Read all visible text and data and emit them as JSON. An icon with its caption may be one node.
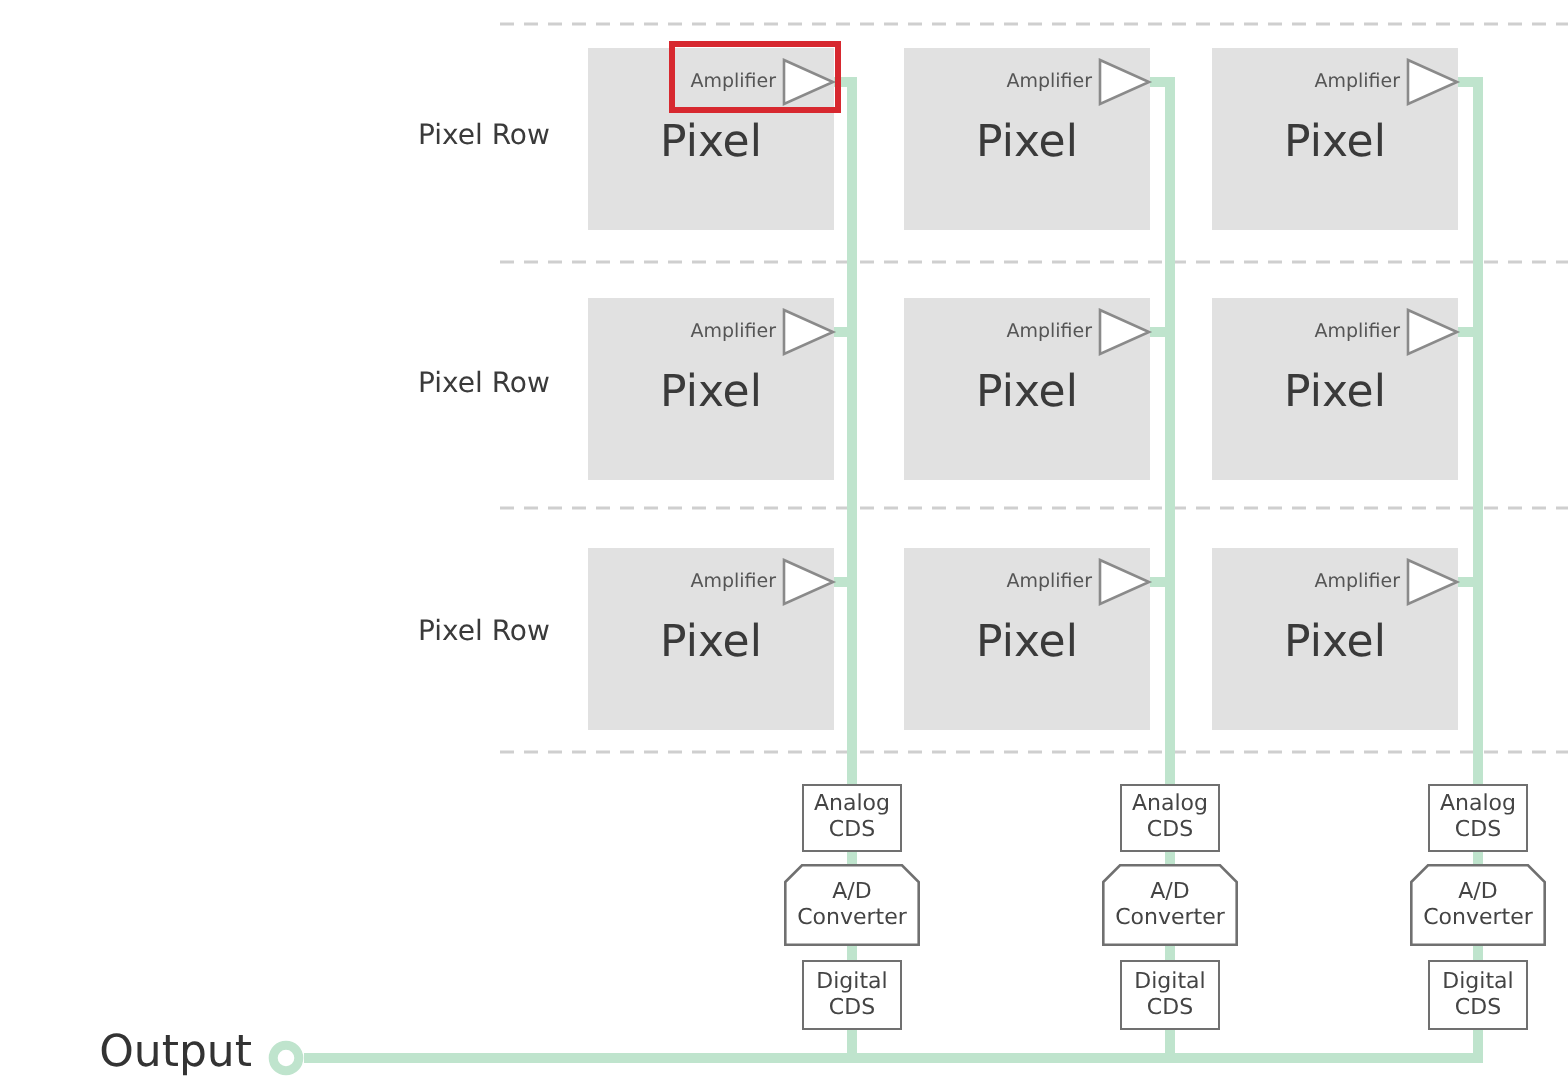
{
  "diagram": {
    "nodes": [
      {
        "text": [
          "Pixel"
        ]
      },
      {
        "text": [],
        "shape": "triangle",
        "beside": [
          "Amplifier"
        ],
        "in": 0
      },
      {
        "text": [
          "Pixel"
        ]
      },
      {
        "text": [],
        "shape": "triangle",
        "beside": [
          "Amplifier"
        ],
        "in": 2
      },
      {
        "text": [
          "Pixel"
        ]
      },
      {
        "text": [],
        "shape": "triangle",
        "beside": [
          "Amplifier"
        ],
        "in": 4
      },
      {
        "text": [
          "Pixel"
        ]
      },
      {
        "text": [],
        "shape": "triangle",
        "beside": [
          "Amplifier"
        ],
        "in": 6
      },
      {
        "text": [
          "Pixel"
        ]
      },
      {
        "text": [],
        "shape": "triangle",
        "beside": [
          "Amplifier"
        ],
        "in": 8
      },
      {
        "text": [
          "Pixel"
        ]
      },
      {
        "text": [],
        "shape": "triangle",
        "beside": [
          "Amplifier"
        ],
        "in": 10
      },
      {
        "text": [
          "Pixel"
        ]
      },
      {
        "text": [],
        "shape": "triangle",
        "beside": [
          "Amplifier"
        ],
        "in": 12
      },
      {
        "text": [
          "Pixel"
        ]
      },
      {
        "text": [],
        "shape": "triangle",
        "beside": [
          "Amplifier"
        ],
        "in": 14
      },
      {
        "text": [
          "Pixel"
        ]
      },
      {
        "text": [],
        "shape": "triangle",
        "beside": [
          "Amplifier"
        ],
        "in": 16
      },
      {
        "text": [
          "Analog CDS"
        ]
      },
      {
        "text": [
          "Analog CDS"
        ]
      },
      {
        "text": [
          "Analog CDS"
        ]
      },
      {
        "text": [
          "A/D Converter"
        ]
      },
      {
        "text": [
          "A/D Converter"
        ]
      },
      {
        "text": [
          "A/D Converter"
        ]
      },
      {
        "text": [
          "Digital CDS"
        ]
      },
      {
        "text": [
          "Digital CDS"
        ]
      },
      {
        "text": [
          "Digital CDS"
        ]
      },
      {
        "text": [],
        "shape": "circle",
        "beside": [
          "Output"
        ]
      }
    ],
    "edges": [
      {
        "from": 1,
        "to": 18,
        "arrow": "none"
      },
      {
        "from": 3,
        "to": 19,
        "arrow": "none"
      },
      {
        "from": 5,
        "to": 20,
        "arrow": "none"
      },
      {
        "from": 7,
        "to": 18,
        "arrow": "none"
      },
      {
        "from": 9,
        "to": 19,
        "arrow": "none"
      },
      {
        "from": 11,
        "to": 20,
        "arrow": "none"
      },
      {
        "from": 13,
        "to": 18,
        "arrow": "none"
      },
      {
        "from": 15,
        "to": 19,
        "arrow": "none"
      },
      {
        "from": 17,
        "to": 20,
        "arrow": "none"
      },
      {
        "from": 18,
        "to": 21,
        "arrow": "none"
      },
      {
        "from": 19,
        "to": 22,
        "arrow": "none"
      },
      {
        "from": 20,
        "to": 23,
        "arrow": "none"
      },
      {
        "from": 21,
        "to": 24,
        "arrow": "none"
      },
      {
        "from": 22,
        "to": 25,
        "arrow": "none"
      },
      {
        "from": 23,
        "to": 26,
        "arrow": "none"
      },
      {
        "from": 24,
        "to": 27,
        "arrow": "none"
      },
      {
        "from": 25,
        "to": 27,
        "arrow": "none"
      },
      {
        "from": 26,
        "to": 27,
        "arrow": "none"
      }
    ],
    "labels": [
      "Pixel Row",
      "Pixel Row",
      "Pixel Row"
    ]
  }
}
